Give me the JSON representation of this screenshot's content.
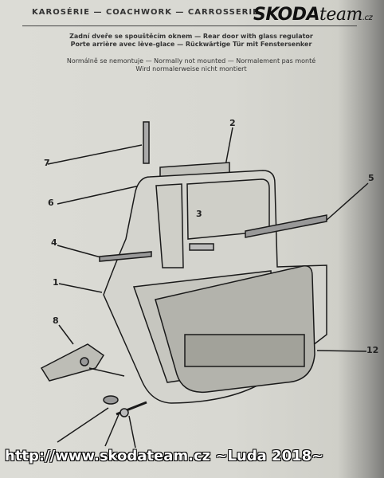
{
  "header": {
    "section": "KAROSÉRIE — COACHWORK — CARROSSERIE",
    "brand_main": "SKODA",
    "brand_thin": "team",
    "brand_tld": ".cz"
  },
  "caption": {
    "line1": "Zadní dveře se spouštěcím oknem — Rear door with glass regulator",
    "line2": "Porte arrière avec lève-glace — Rückwärtige Tür mit Fenstersenker",
    "line3": "Normálně se nemontuje — Normally not mounted — Normalement pas monté",
    "line4": "Wird normalerweise nicht montiert"
  },
  "callouts": [
    "1",
    "2",
    "3",
    "4",
    "5",
    "6",
    "7",
    "8",
    "12"
  ],
  "footer": {
    "watermark": "http://www.skodateam.cz ~Luda 2018~"
  }
}
